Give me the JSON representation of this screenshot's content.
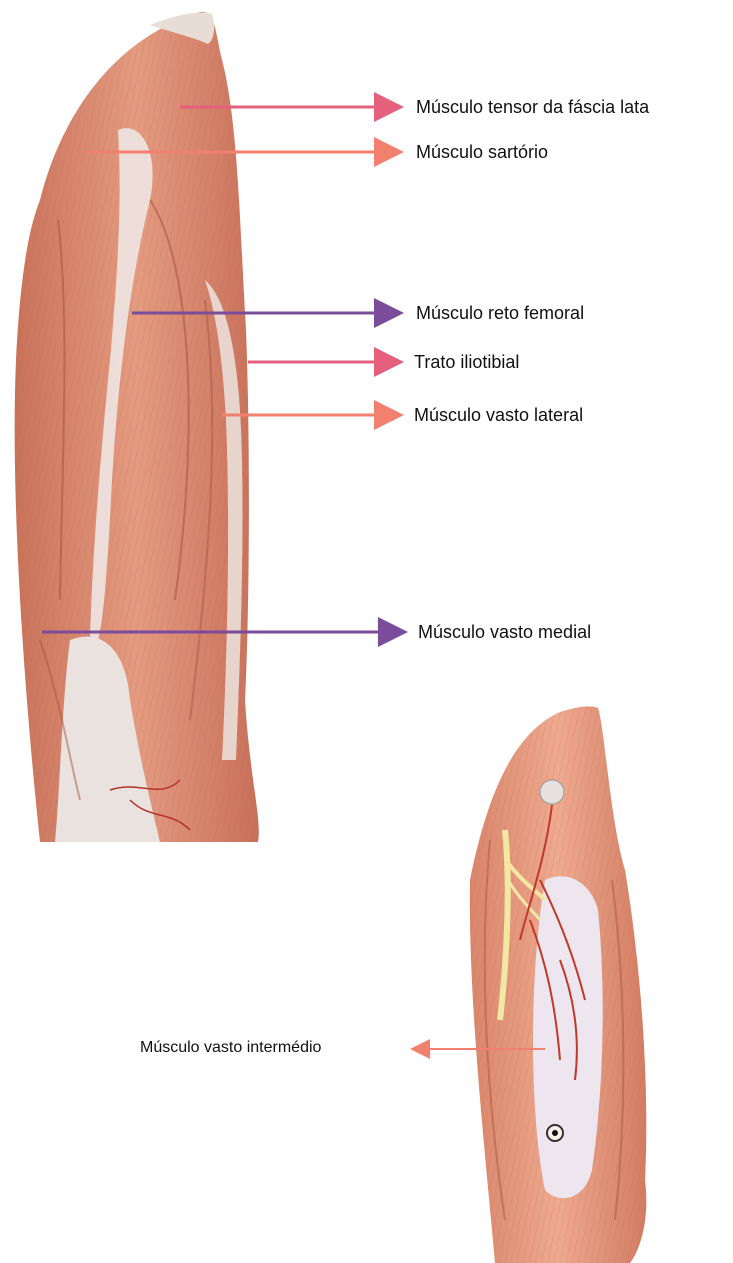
{
  "figure": {
    "images": [
      {
        "name": "anterior-thigh-model"
      },
      {
        "name": "deep-thigh-model"
      }
    ],
    "labels": [
      {
        "id": "tensor",
        "text": "Músculo tensor da fáscia lata",
        "arrow_color": "#e5607c"
      },
      {
        "id": "sartorio",
        "text": "Músculo sartório",
        "arrow_color": "#f2806e"
      },
      {
        "id": "reto",
        "text": "Músculo reto femoral",
        "arrow_color": "#7a4c9a"
      },
      {
        "id": "trato",
        "text": "Trato iliotibial",
        "arrow_color": "#e5607c"
      },
      {
        "id": "vasto-lateral",
        "text": "Músculo vasto lateral",
        "arrow_color": "#f2806e"
      },
      {
        "id": "vasto-medial",
        "text": "Músculo vasto medial",
        "arrow_color": "#7a4c9a"
      },
      {
        "id": "vasto-intermedio",
        "text": "Músculo vasto intermédio",
        "arrow_color": "#f2806e"
      }
    ]
  }
}
